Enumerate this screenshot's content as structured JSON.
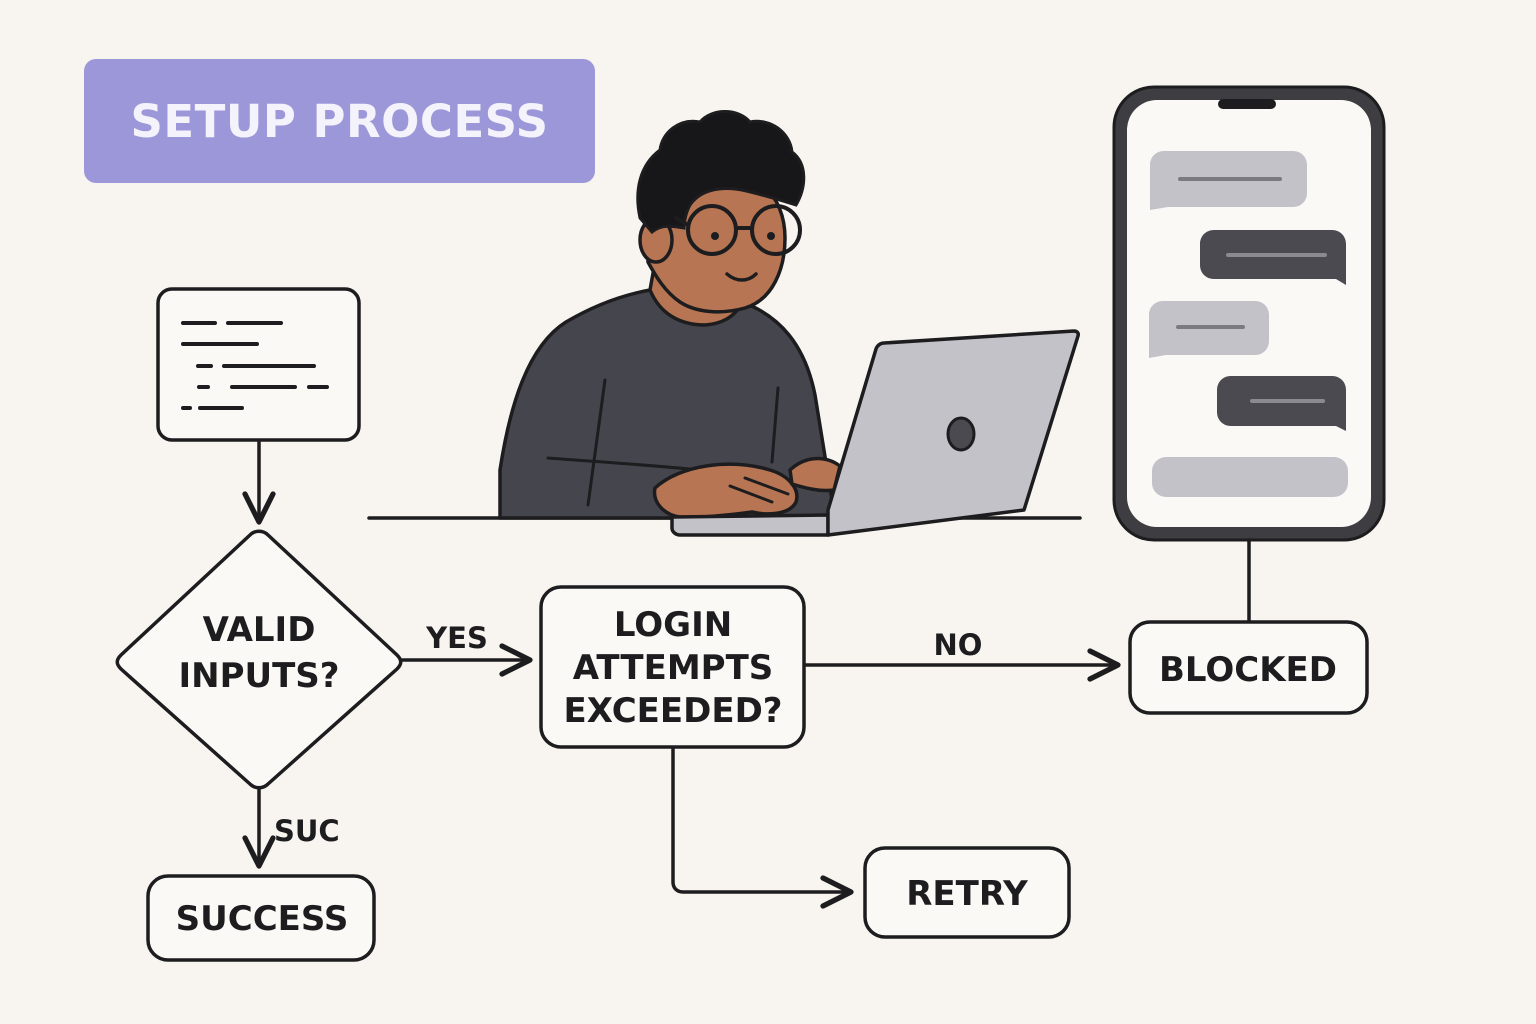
{
  "title": "SETUP PROCESS",
  "icons": {
    "document": "document-icon",
    "person": "person-at-laptop-illustration",
    "laptop": "laptop-icon",
    "phone": "phone-chat-icon"
  },
  "colors": {
    "background": "#f8f5f1",
    "title_badge": "#9c97d8",
    "title_text": "#f4f2fb",
    "stroke": "#1d1d1f",
    "shirt": "#45454d",
    "skin": "#b87553",
    "laptop": "#c4c2c9",
    "bubble_light": "#c4c2c9",
    "bubble_dark": "#4a4a50"
  },
  "flow": {
    "decision": {
      "line1": "VALID",
      "line2": "INPUTS?"
    },
    "login_check": {
      "line1": "LOGIN",
      "line2": "ATTEMPTS",
      "line3": "EXCEEDED?"
    },
    "blocked": "BLOCKED",
    "success": "SUCCESS",
    "retry": "RETRY",
    "edges": {
      "yes": "YES",
      "no": "NO",
      "suc": "SUC"
    }
  }
}
